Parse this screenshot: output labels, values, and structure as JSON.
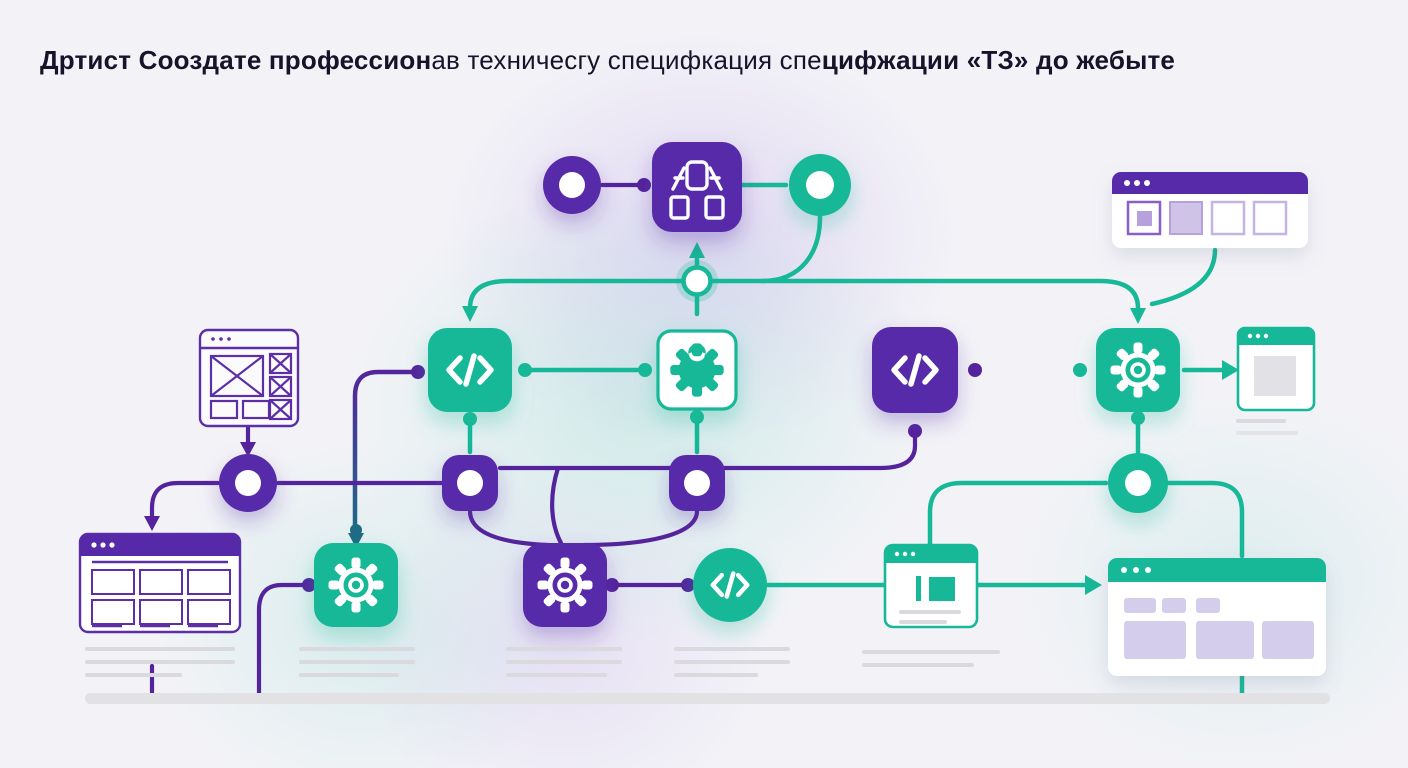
{
  "title": {
    "segment_bold_1": "Дртист Сооздате профессион",
    "segment_regular": "ав техничесгу специфкация спе",
    "segment_bold_2": "цифжации «ТЗ» до жебыте"
  },
  "colors": {
    "background": "#f3f3f7",
    "purple": "#5629a8",
    "purple_line": "#55249c",
    "teal": "#16b897",
    "teal_dark_line": "#1f6a85",
    "lavender_fill": "#d5cdec",
    "lavender_outline": "#a98fd6",
    "gray_placeholder": "#d9d9de",
    "baseline": "#e2e2e5",
    "window_white": "#ffffff",
    "title_text": "#17132a"
  },
  "diagram": {
    "style": "website-specification flowchart illustration",
    "junction": {
      "name": "junction-ring",
      "shape": "ring",
      "color": "teal"
    },
    "nodes": [
      {
        "name": "start-node",
        "shape": "donut",
        "color": "purple"
      },
      {
        "name": "sitemap-node",
        "shape": "rounded-square",
        "color": "purple",
        "icon": "sitemap-icon"
      },
      {
        "name": "milestone-node-top",
        "shape": "donut",
        "color": "teal"
      },
      {
        "name": "thumbnails-window",
        "shape": "browser-window",
        "header": "purple",
        "content": "four squares"
      },
      {
        "name": "wireframe-window",
        "shape": "browser-window-outline",
        "color": "purple",
        "content": "image placeholder with thumbnails"
      },
      {
        "name": "code-node-teal",
        "shape": "rounded-square",
        "color": "teal",
        "icon": "code-icon"
      },
      {
        "name": "gear-node-white",
        "shape": "outlined-square",
        "color": "white",
        "icon": "gear-icon"
      },
      {
        "name": "code-node-purple",
        "shape": "rounded-square",
        "color": "purple",
        "icon": "code-icon"
      },
      {
        "name": "gear-node-teal",
        "shape": "rounded-square",
        "color": "teal",
        "icon": "gear-icon"
      },
      {
        "name": "preview-window-small",
        "shape": "browser-window",
        "header": "teal",
        "content": "gray placeholder block"
      },
      {
        "name": "hub-node-left",
        "shape": "donut",
        "color": "purple"
      },
      {
        "name": "port-node-left",
        "shape": "rounded-square-hole",
        "color": "purple"
      },
      {
        "name": "port-node-right",
        "shape": "rounded-square-hole",
        "color": "purple"
      },
      {
        "name": "hub-node-right",
        "shape": "donut",
        "color": "teal"
      },
      {
        "name": "grid-window",
        "shape": "browser-window",
        "header": "purple",
        "content": "2x3 grid of cards"
      },
      {
        "name": "gear-node-bottom-teal",
        "shape": "rounded-square",
        "color": "teal",
        "icon": "gear-icon"
      },
      {
        "name": "gear-node-bottom-purple",
        "shape": "rounded-square",
        "color": "purple",
        "icon": "gear-icon"
      },
      {
        "name": "code-node-circle",
        "shape": "circle",
        "color": "teal",
        "icon": "code-icon"
      },
      {
        "name": "card-window",
        "shape": "browser-window",
        "header": "teal",
        "content": "media card with text lines"
      },
      {
        "name": "site-window-large",
        "shape": "browser-window",
        "header": "teal",
        "content": "nav pills and three content blocks"
      }
    ]
  }
}
